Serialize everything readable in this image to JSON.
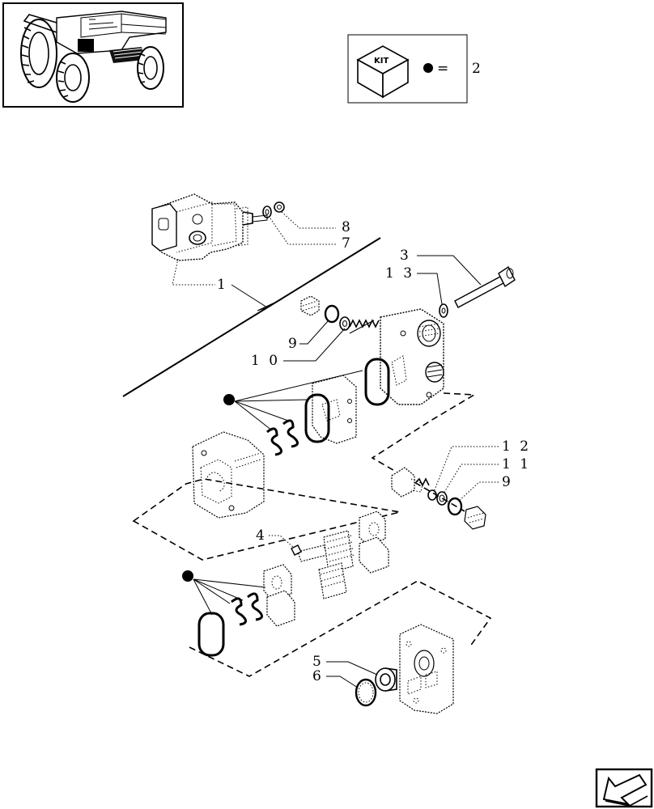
{
  "kit_legend": {
    "kit_label": "KIT",
    "equals": "=",
    "kit_number": "2"
  },
  "callouts": {
    "c1": "1",
    "c3": "3",
    "c4": "4",
    "c5": "5",
    "c6": "6",
    "c7": "7",
    "c8": "8",
    "c9a": "9",
    "c9b": "9",
    "c10": "1 0",
    "c11": "1 1",
    "c12": "1 2",
    "c13": "1 3"
  }
}
